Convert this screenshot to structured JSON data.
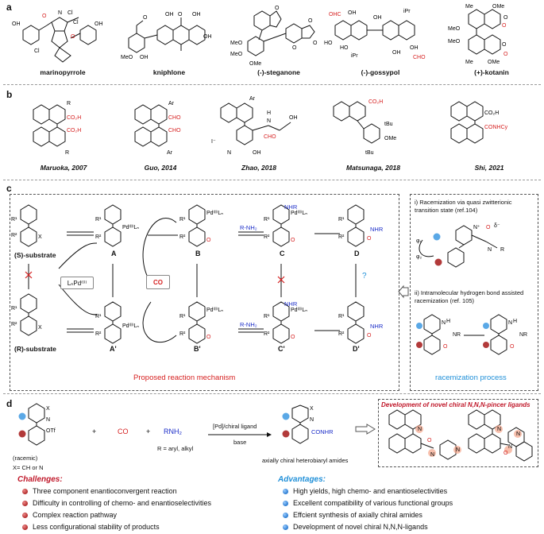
{
  "panels": {
    "a": "a",
    "b": "b",
    "c": "c",
    "d": "d"
  },
  "panel_a": {
    "compounds": [
      "marinopyrrole",
      "kniphlone",
      "(-)-steganone",
      "(-)-gossypol",
      "(+)-kotanin"
    ]
  },
  "panel_b": {
    "refs": [
      "Maruoka, 2007",
      "Guo, 2014",
      "Zhao, 2018",
      "Matsunaga, 2018",
      "Shi, 2021"
    ]
  },
  "panel_c": {
    "s_substrate": "(S)-substrate",
    "r_substrate": "(R)-substrate",
    "pd0": "LₙPd⁽⁰⁾",
    "co": "CO",
    "rnh2_top": "R-NH₂",
    "rnh2_bottom": "R-NH₂",
    "labels_top": [
      "A",
      "B",
      "C",
      "D"
    ],
    "labels_bottom": [
      "A'",
      "B'",
      "C'",
      "D'"
    ],
    "mechanism": "Proposed reaction mechanism",
    "question": "?",
    "racem_i": "i) Racemization via quasi zwitterionic transition state (ref.104)",
    "racem_ii": "ii) Intramolecular hydrogen bond assisted racemization (ref. 105)",
    "phi1": "φ₁",
    "phi2": "φ₂",
    "racem_process": "racemization process",
    "nhr": "NHR",
    "nr": "NR"
  },
  "panel_d": {
    "substrate_label": "(racemic)",
    "x_def": "X= CH or N",
    "plus1": "+",
    "co": "CO",
    "plus2": "+",
    "rnh2": "RNH₂",
    "catalyst": "[Pd]/chiral ligand",
    "base": "base",
    "r_def": "R = aryl, alkyl",
    "product_label": "axially chiral heterobiaryl amides",
    "product_group": "CONHR",
    "ligand_title": "Development of novel chiral N,N,N-pincer ligands",
    "challenges_title": "Challenges:",
    "challenges": [
      "Three component enantioconvergent reaction",
      "Difficulty in controlling of chemo- and enantioselectivities",
      "Complex reaction pathway",
      "Less configurational stability of products"
    ],
    "advantages_title": "Advantages:",
    "advantages": [
      "High yields, high chemo- and enantioselectivities",
      "Excellent compatibility of various functional groups",
      "Effcient synthesis of axially chiral amides",
      "Development of novel chiral N,N,N-ligands"
    ]
  },
  "colors": {
    "red": "#d62020",
    "blue": "#1a2cc8",
    "accent": "#1f8fd8",
    "challenge": "#c0182a"
  }
}
